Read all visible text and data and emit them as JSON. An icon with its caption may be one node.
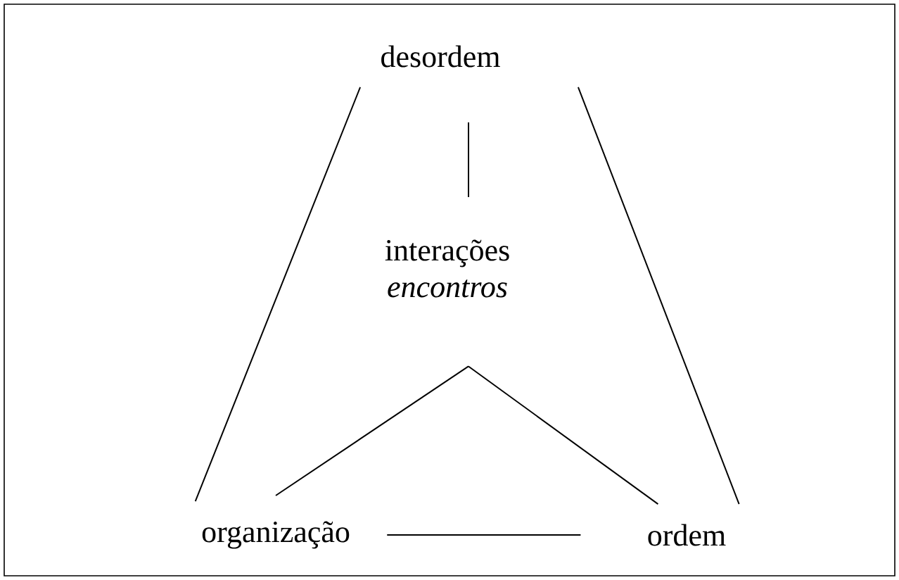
{
  "diagram": {
    "nodes": [
      {
        "text": [
          "desordem"
        ]
      },
      {
        "text": [
          "interações",
          "encontros"
        ]
      },
      {
        "text": [
          "organização"
        ]
      },
      {
        "text": [
          "ordem"
        ]
      }
    ],
    "edges": [
      {
        "from": 0,
        "to": 2,
        "arrow": "none"
      },
      {
        "from": 0,
        "to": 3,
        "arrow": "none"
      },
      {
        "from": 0,
        "to": 1,
        "arrow": "none"
      },
      {
        "from": 1,
        "to": 2,
        "arrow": "none"
      },
      {
        "from": 1,
        "to": 3,
        "arrow": "none"
      },
      {
        "from": 2,
        "to": 3,
        "arrow": "none"
      }
    ]
  }
}
